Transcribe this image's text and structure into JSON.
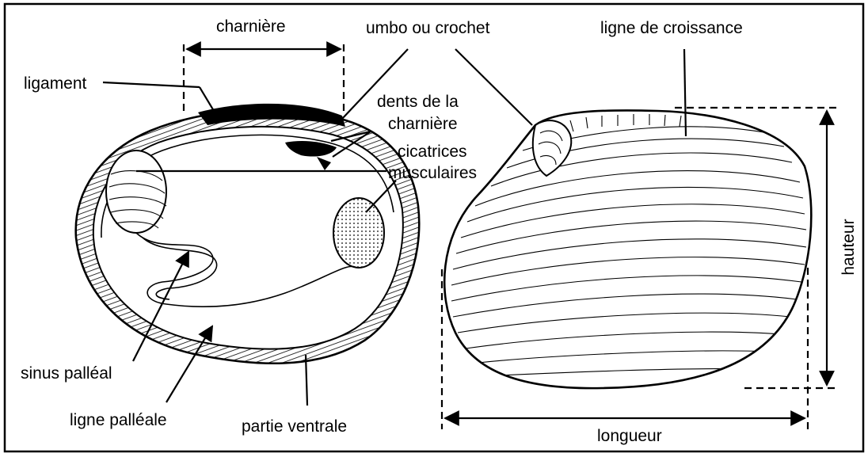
{
  "labels": {
    "charniere": "charnière",
    "umbo": "umbo ou crochet",
    "ligne_croissance": "ligne de croissance",
    "ligament": "ligament",
    "dents_1": "dents de la",
    "dents_2": "charnière",
    "cicatrices_1": "cicatrices",
    "cicatrices_2": "musculaires",
    "hauteur": "hauteur",
    "sinus": "sinus palléal",
    "ligne_palleale": "ligne palléale",
    "partie_ventrale": "partie ventrale",
    "longueur": "longueur"
  }
}
